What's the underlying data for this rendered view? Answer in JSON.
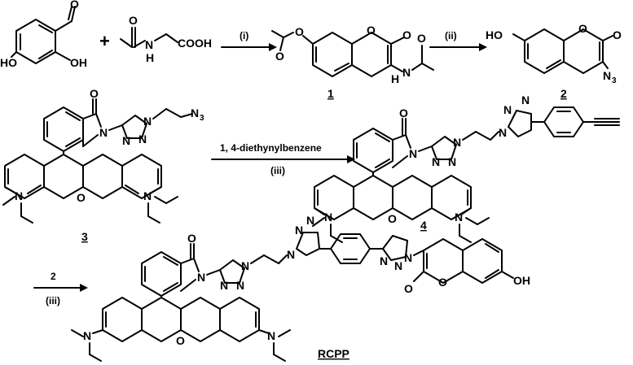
{
  "scheme": {
    "plus": "+",
    "reagents": {
      "step1": "(i)",
      "step2": "(ii)",
      "step3_top": "1, 4-diethynylbenzene",
      "step3_bottom": "(iii)",
      "step4_top": "2",
      "step4_bottom": "(iii)"
    },
    "compounds": {
      "c1": "1",
      "c2": "2",
      "c3": "3",
      "c4": "4",
      "rcpp": "RCPP"
    },
    "atoms": {
      "HO": "HO",
      "OH": "OH",
      "O": "O",
      "N": "N",
      "H": "H",
      "COOH": "COOH",
      "N3": "N",
      "sub3": "3"
    }
  }
}
